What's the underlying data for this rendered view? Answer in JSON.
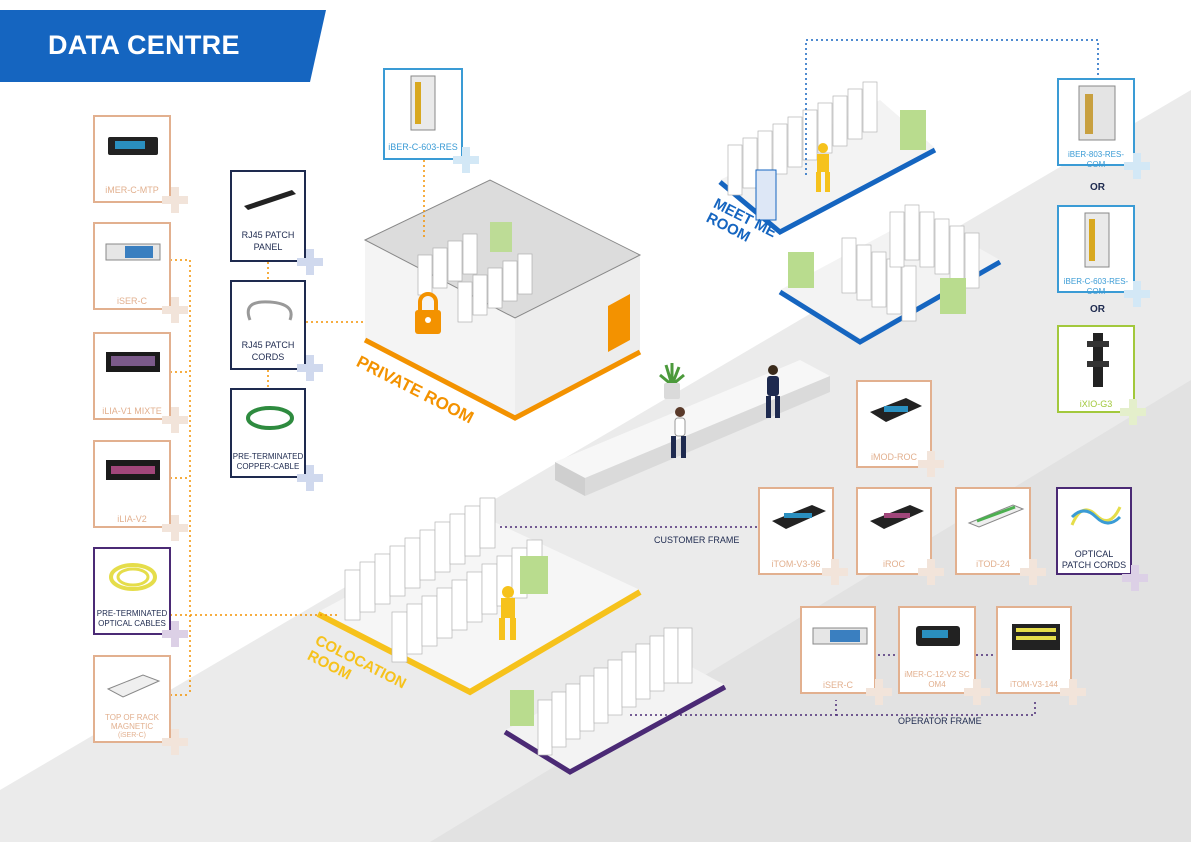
{
  "header": {
    "title": "DATA CENTRE"
  },
  "left_column": [
    {
      "label": "iMER-C-MTP"
    },
    {
      "label": "iSER-C"
    },
    {
      "label": "iLIA-V1 MIXTE"
    },
    {
      "label": "iLIA-V2"
    },
    {
      "label": "PRE-TERMINATED OPTICAL CABLES"
    },
    {
      "label_lines": [
        "TOP OF RACK",
        "MAGNETIC",
        "(iSER-C)"
      ]
    }
  ],
  "copper_column": [
    {
      "label_lines": [
        "RJ45 PATCH",
        "PANEL"
      ]
    },
    {
      "label_lines": [
        "RJ45 PATCH",
        "CORDS"
      ]
    },
    {
      "label_lines": [
        "PRE-TERMINATED",
        "COPPER-CABLE"
      ]
    }
  ],
  "top_card": {
    "label": "iBER-C-603-RES"
  },
  "right_column": [
    {
      "label": "iBER-803-RES-COM"
    },
    {
      "label": "iBER-C-603-RES-COM"
    },
    {
      "label": "iXIO-G3"
    }
  ],
  "or_text": "OR",
  "rooms": {
    "private": "PRIVATE ROOM",
    "meet_me": [
      "MEET ME",
      "ROOM"
    ],
    "colocation": [
      "COLOCATION",
      "ROOM"
    ]
  },
  "customer_frame": {
    "label": "CUSTOMER FRAME",
    "imod": "iMOD-ROC",
    "items": [
      "iTOM-V3-96",
      "iROC",
      "iTOD-24"
    ],
    "optical": [
      "OPTICAL",
      "PATCH CORDS"
    ]
  },
  "operator_frame": {
    "label": "OPERATOR FRAME",
    "items": [
      {
        "label": "iSER-C"
      },
      {
        "label_lines": [
          "iMER-C-12-V2 SC",
          "OM4"
        ]
      },
      {
        "label": "iTOM-V3-144"
      }
    ]
  },
  "colors": {
    "blue": "#1565C0",
    "orange": "#F39200",
    "peach": "#E2B08F",
    "navy": "#1E2A4F",
    "purple": "#4B2A75",
    "lime": "#A2C83C",
    "yellow": "#F6C21C",
    "gray_bg": "#E9E9E9"
  }
}
